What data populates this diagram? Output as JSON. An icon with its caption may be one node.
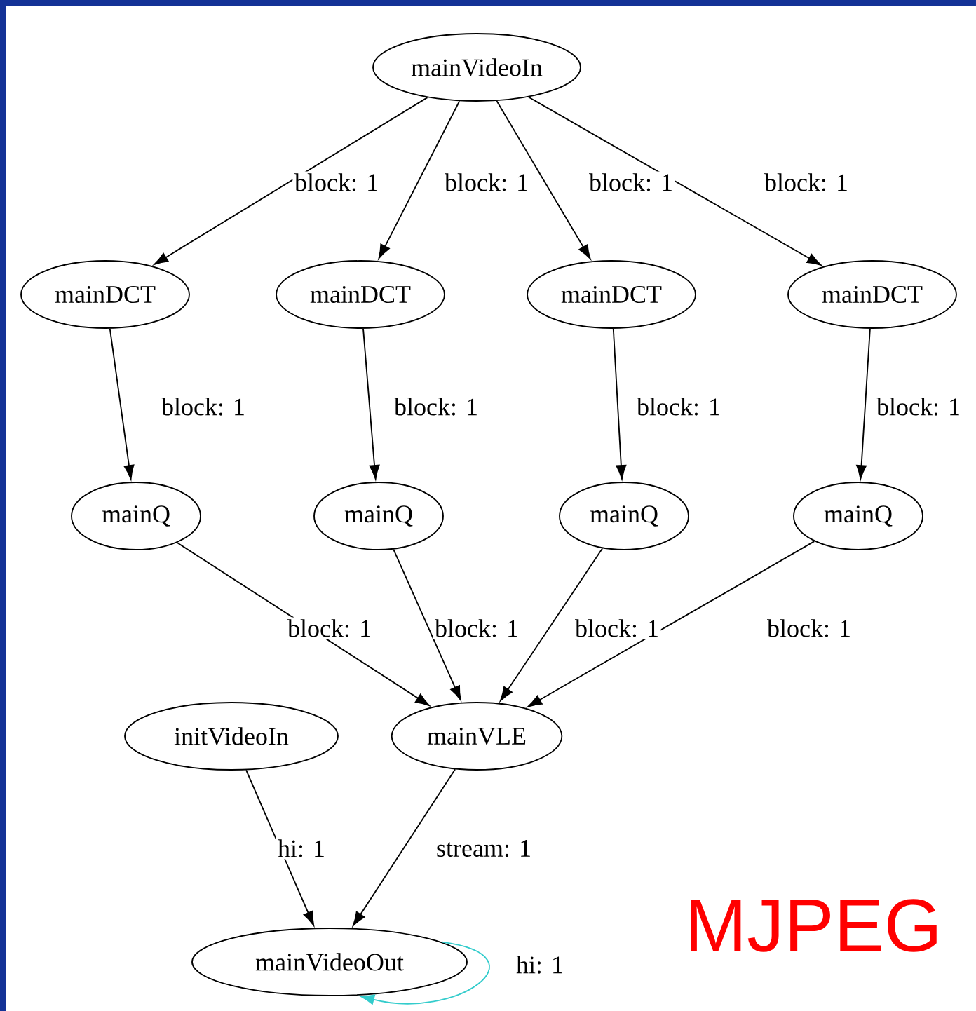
{
  "diagram": {
    "nodes": [
      {
        "text": [
          "mainVideoIn"
        ]
      },
      {
        "text": [
          "mainDCT"
        ]
      },
      {
        "text": [
          "mainDCT"
        ]
      },
      {
        "text": [
          "mainDCT"
        ]
      },
      {
        "text": [
          "mainDCT"
        ]
      },
      {
        "text": [
          "mainQ"
        ]
      },
      {
        "text": [
          "mainQ"
        ]
      },
      {
        "text": [
          "mainQ"
        ]
      },
      {
        "text": [
          "mainQ"
        ]
      },
      {
        "text": [
          "initVideoIn"
        ]
      },
      {
        "text": [
          "mainVLE"
        ]
      },
      {
        "text": [
          "mainVideoOut"
        ]
      }
    ],
    "edges": [
      {
        "from": 0,
        "to": 1,
        "arrow": "to",
        "label": "block: 1"
      },
      {
        "from": 0,
        "to": 2,
        "arrow": "to",
        "label": "block: 1"
      },
      {
        "from": 0,
        "to": 3,
        "arrow": "to",
        "label": "block: 1"
      },
      {
        "from": 0,
        "to": 4,
        "arrow": "to",
        "label": "block: 1"
      },
      {
        "from": 1,
        "to": 5,
        "arrow": "to",
        "label": "block: 1"
      },
      {
        "from": 2,
        "to": 6,
        "arrow": "to",
        "label": "block: 1"
      },
      {
        "from": 3,
        "to": 7,
        "arrow": "to",
        "label": "block: 1"
      },
      {
        "from": 4,
        "to": 8,
        "arrow": "to",
        "label": "block: 1"
      },
      {
        "from": 5,
        "to": 10,
        "arrow": "to",
        "label": "block: 1"
      },
      {
        "from": 6,
        "to": 10,
        "arrow": "to",
        "label": "block: 1"
      },
      {
        "from": 7,
        "to": 10,
        "arrow": "to",
        "label": "block: 1"
      },
      {
        "from": 8,
        "to": 10,
        "arrow": "to",
        "label": "block: 1"
      },
      {
        "from": 9,
        "to": 11,
        "arrow": "to",
        "label": "hi: 1"
      },
      {
        "from": 10,
        "to": 11,
        "arrow": "to",
        "label": "stream: 1"
      },
      {
        "from": 11,
        "to": 11,
        "arrow": "to",
        "label": "hi: 1",
        "color": "#33cccc"
      }
    ],
    "labels": [
      "MJPEG"
    ]
  }
}
